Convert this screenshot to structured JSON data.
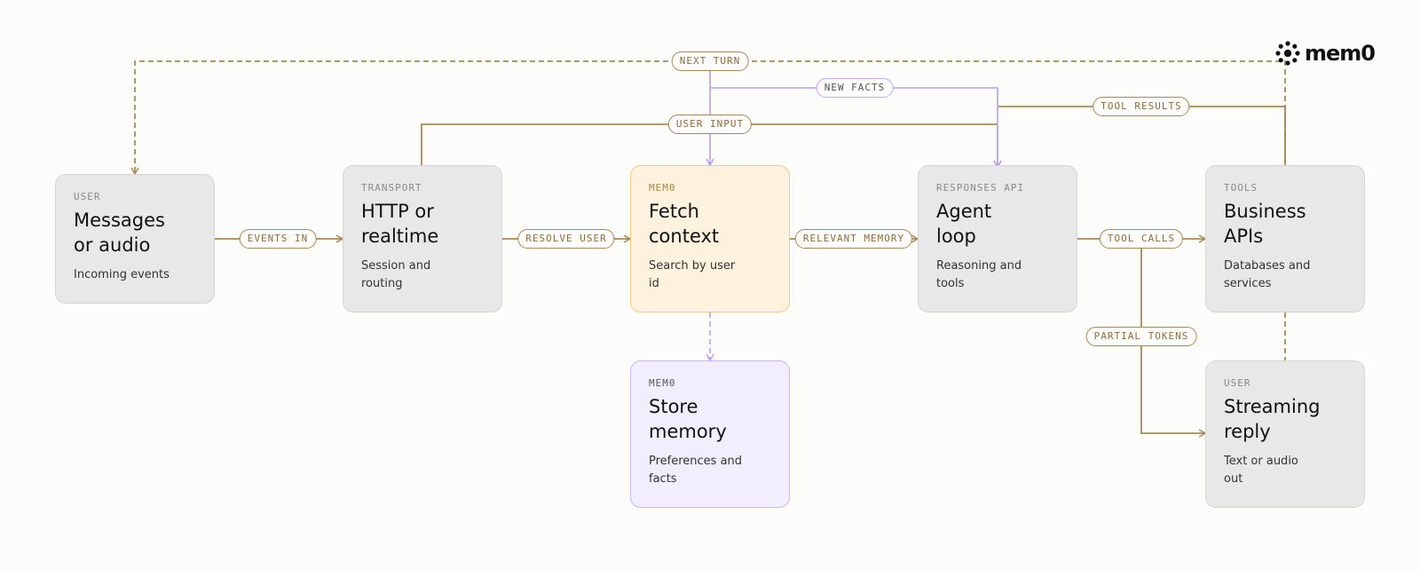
{
  "nodes": {
    "user_in": {
      "kicker": "USER",
      "title": [
        "Messages",
        "or audio"
      ],
      "desc": [
        "Incoming events"
      ]
    },
    "transport": {
      "kicker": "TRANSPORT",
      "title": [
        "HTTP or",
        "realtime"
      ],
      "desc": [
        "Session and",
        "routing"
      ]
    },
    "fetch": {
      "kicker": "MEM0",
      "title": [
        "Fetch",
        "context"
      ],
      "desc": [
        "Search by user",
        "id"
      ]
    },
    "agent": {
      "kicker": "RESPONSES API",
      "title": [
        "Agent",
        "loop"
      ],
      "desc": [
        "Reasoning and",
        "tools"
      ]
    },
    "tools": {
      "kicker": "TOOLS",
      "title": [
        "Business",
        "APIs"
      ],
      "desc": [
        "Databases and",
        "services"
      ]
    },
    "store": {
      "kicker": "MEM0",
      "title": [
        "Store",
        "memory"
      ],
      "desc": [
        "Preferences and",
        "facts"
      ]
    },
    "reply": {
      "kicker": "USER",
      "title": [
        "Streaming",
        "reply"
      ],
      "desc": [
        "Text or audio",
        "out"
      ]
    }
  },
  "edges": {
    "events_in": "EVENTS IN",
    "resolve_user": "RESOLVE USER",
    "relevant_memory": "RELEVANT MEMORY",
    "tool_calls": "TOOL CALLS",
    "partial_tokens": "PARTIAL TOKENS",
    "next_turn": "NEXT TURN",
    "new_facts": "NEW FACTS",
    "user_input": "USER INPUT",
    "tool_results": "TOOL RESULTS"
  },
  "logo": {
    "text": "mem0",
    "icon": "mem0-dots-icon"
  },
  "colors": {
    "gold": "#a68a55",
    "purple": "#c1aaf0",
    "fetch_fill": "#fcf2dd",
    "store_fill": "#f3eefd",
    "gray_fill": "#e8e8e8"
  }
}
